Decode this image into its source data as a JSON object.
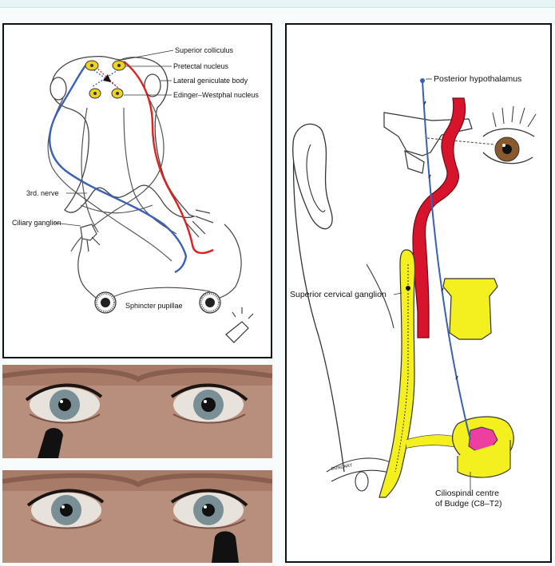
{
  "figure": {
    "pupillary_reflex_panel": {
      "labels": {
        "superior_colliculus": "Superior colliculus",
        "pretectal_nucleus": "Pretectal nucleus",
        "lateral_geniculate_body": "Lateral geniculate body",
        "edinger_westphal_nucleus": "Edinger–Westphal nucleus",
        "third_nerve": "3rd. nerve",
        "ciliary_ganglion": "Ciliary ganglion",
        "sphincter_pupillae": "Sphincter pupillae"
      }
    },
    "sympathetic_pathway_panel": {
      "labels": {
        "posterior_hypothalamus": "Posterior hypothalamus",
        "superior_cervical_ganglion": "Superior cervical ganglion",
        "ciliospinal_centre_line1": "Ciliospinal centre",
        "ciliospinal_centre_line2": "of Budge (C8–T2)",
        "artist_signature": "DUNCART"
      }
    },
    "colors": {
      "afferent_pathway": "#3a5fb8",
      "efferent_pathway": "#e02020",
      "nucleus_fill": "#f1d21a",
      "ganglion_fill": "#f4ef1e",
      "spinal_centre": "#ee3fa0",
      "carotid_artery": "#d8142c",
      "frame_border": "#111111"
    }
  }
}
